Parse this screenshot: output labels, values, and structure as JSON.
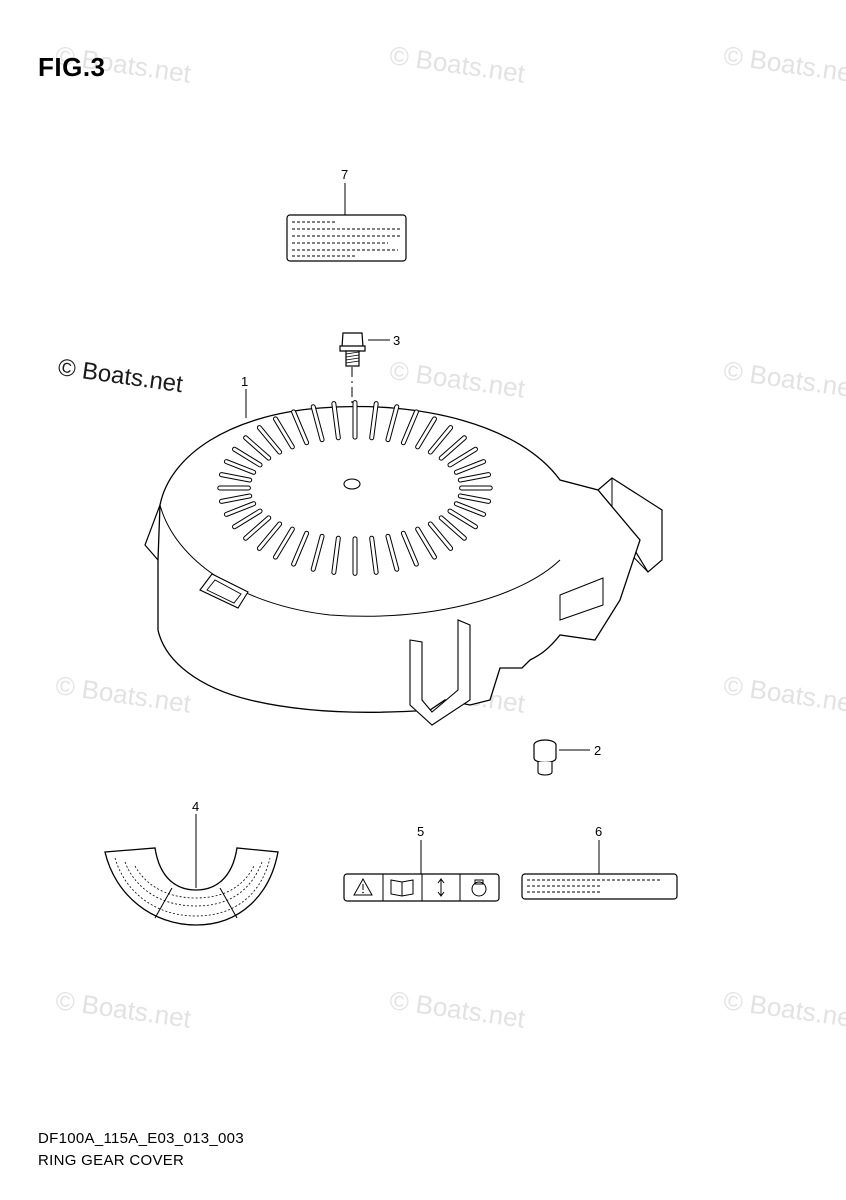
{
  "figure": {
    "title": "FIG.3",
    "code": "DF100A_115A_E03_013_003",
    "caption": "RING GEAR COVER"
  },
  "watermark": {
    "text": "© Boats.net"
  },
  "callouts": {
    "part1": "1",
    "part2": "2",
    "part3": "3",
    "part4": "4",
    "part5": "5",
    "part6": "6",
    "part7": "7"
  },
  "parts": [
    {
      "number": "1",
      "icon": "ring-gear-cover"
    },
    {
      "number": "2",
      "icon": "grommet"
    },
    {
      "number": "3",
      "icon": "bolt"
    },
    {
      "number": "4",
      "icon": "heat-shield"
    },
    {
      "number": "5",
      "icon": "warning-label"
    },
    {
      "number": "6",
      "icon": "caution-label"
    },
    {
      "number": "7",
      "icon": "instruction-label"
    }
  ]
}
